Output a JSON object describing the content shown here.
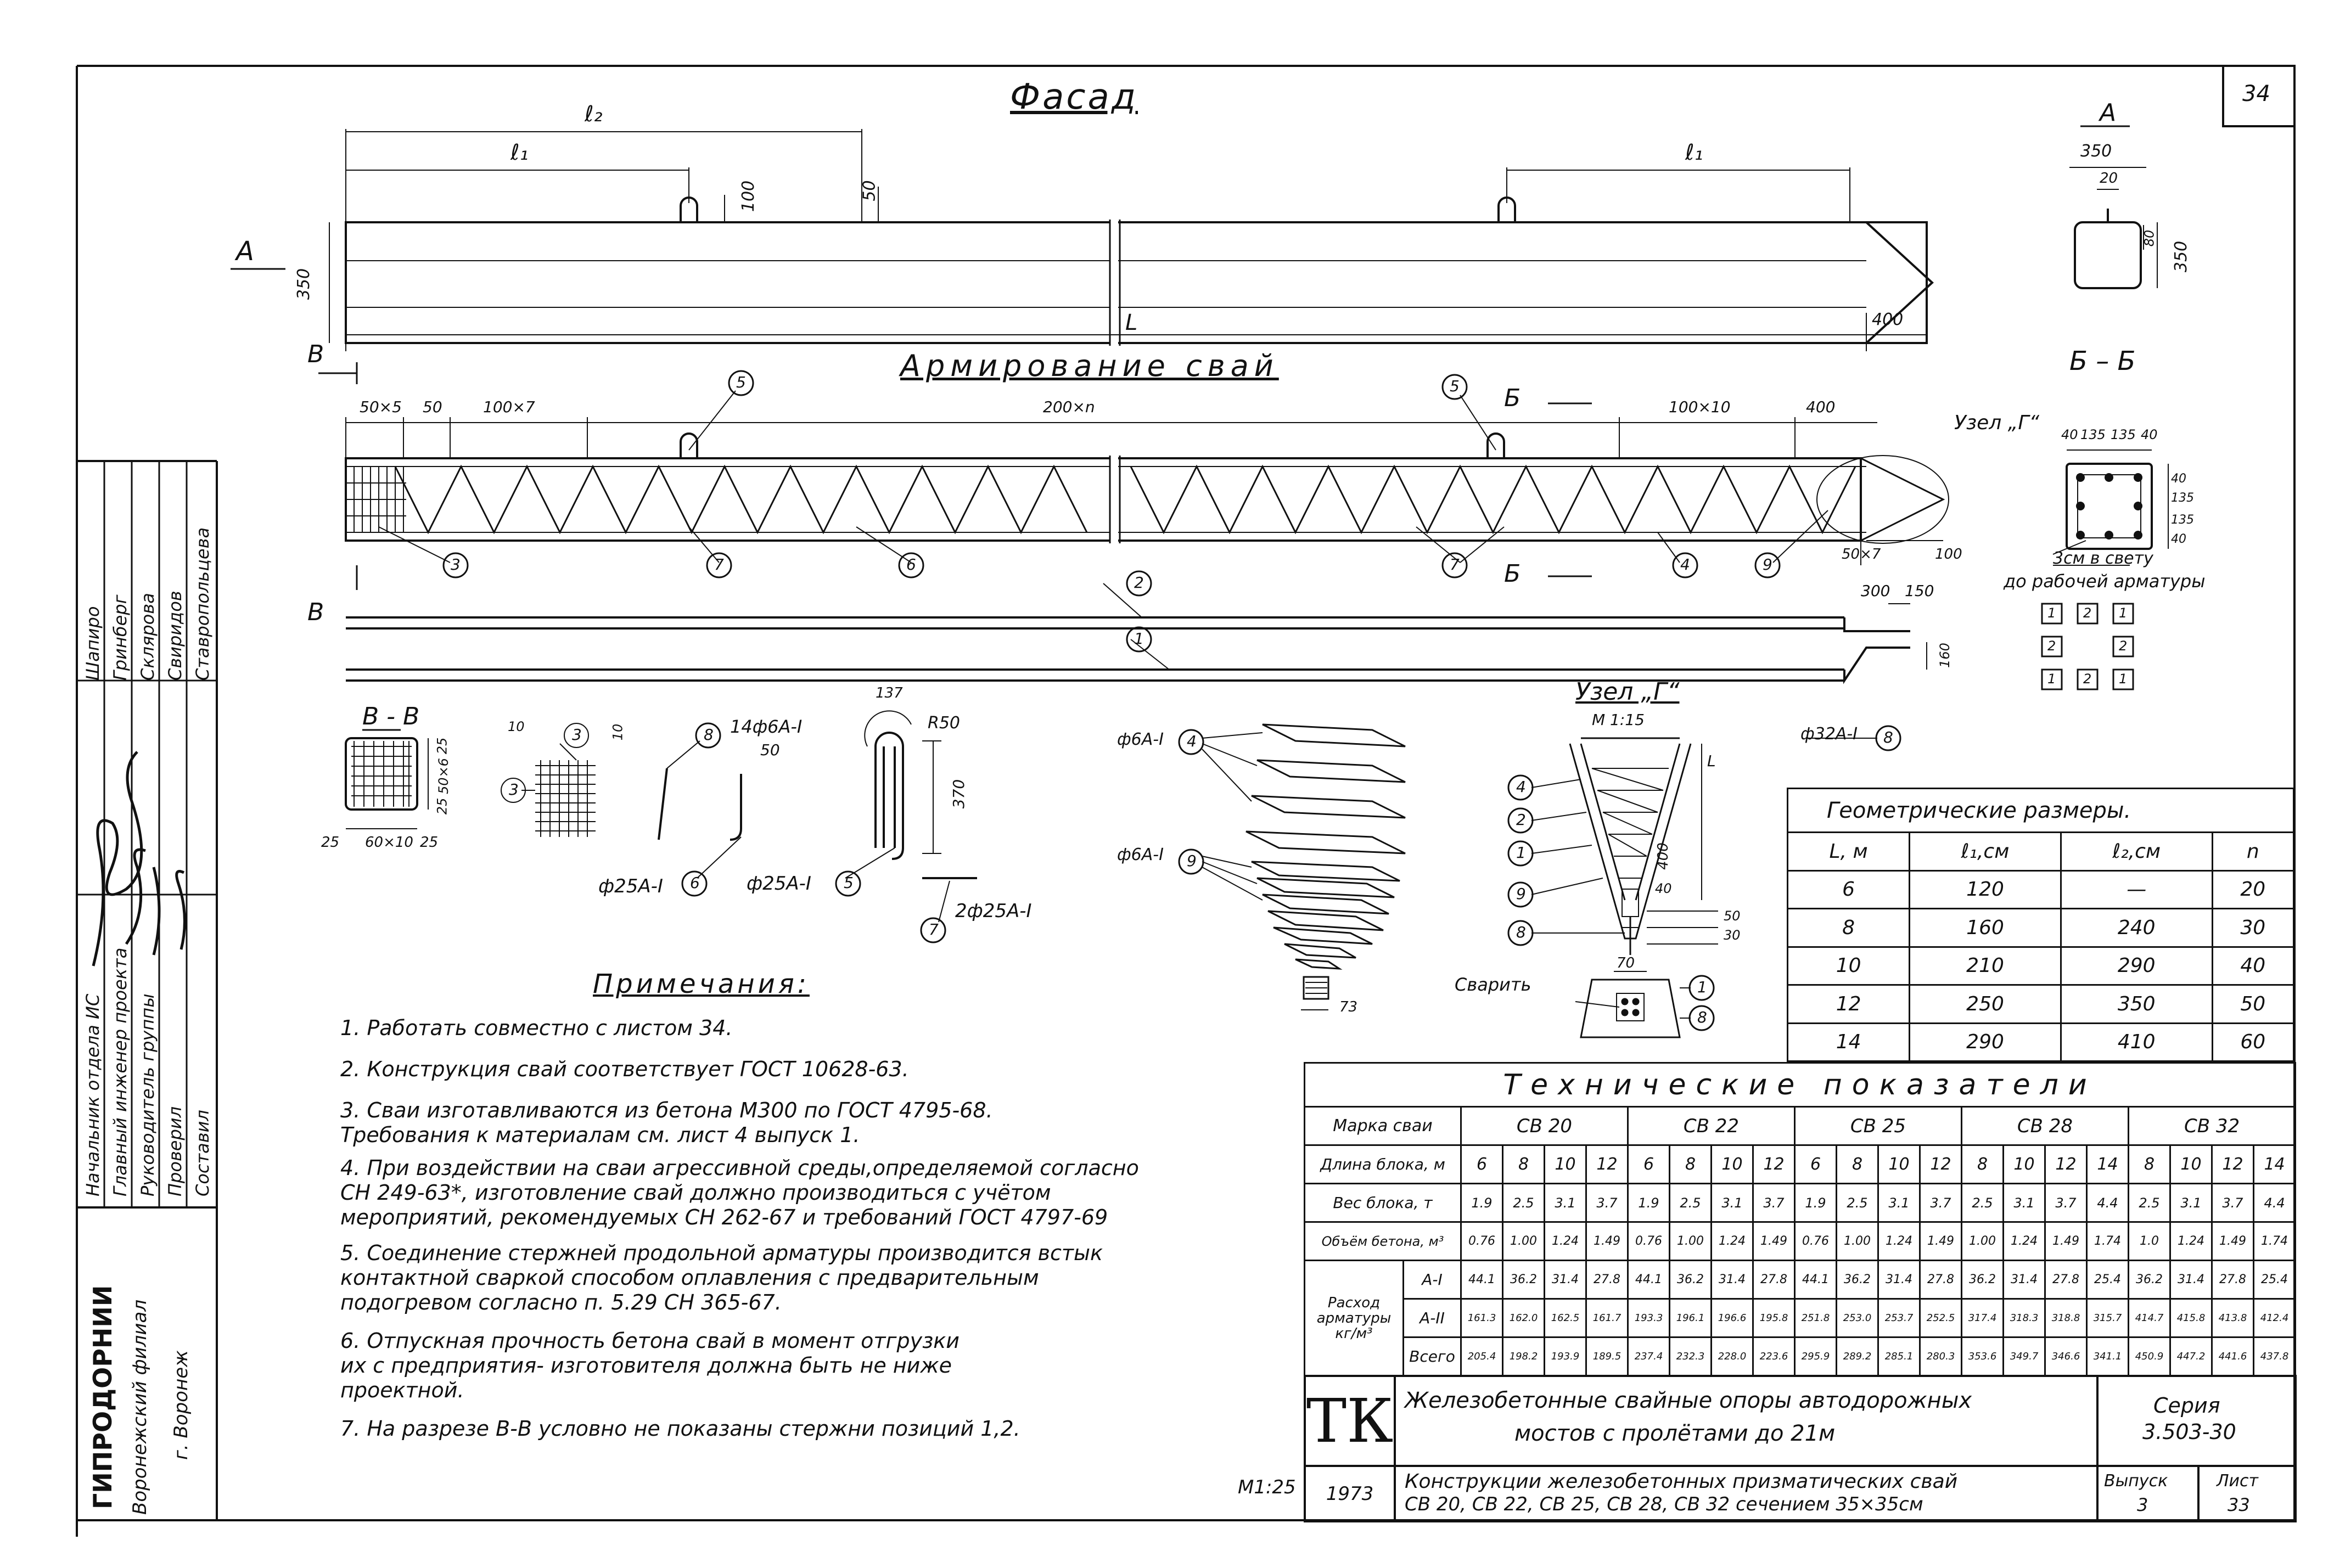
{
  "sheet": {
    "sheet_corner_number": "34",
    "scale_note": "М1:25"
  },
  "facade": {
    "title": "Фасад",
    "section_mark": "А",
    "dims": {
      "l2": "ℓ₂",
      "l1": "ℓ₁",
      "l1_right": "ℓ₁",
      "d100": "100",
      "d50": "50",
      "h350": "350",
      "L": "L",
      "d400": "400"
    }
  },
  "section_a": {
    "title": "А",
    "dims": {
      "w350": "350",
      "d20": "20",
      "d80": "80",
      "h350": "350"
    }
  },
  "reinforcement": {
    "title": "Армирование свай",
    "marks": {
      "b_top": "В",
      "b_bottom": "В",
      "bb_top": "Б",
      "bb_bottom": "Б"
    },
    "dims": {
      "a": "50×5",
      "b": "50",
      "c": "100×7",
      "d": "200×n",
      "e": "100×10",
      "f": "400",
      "g": "50×7",
      "h": "100",
      "i": "300",
      "j": "150",
      "k": "160"
    },
    "callouts": [
      "5",
      "3",
      "7",
      "6",
      "5",
      "7",
      "4",
      "9",
      "2",
      "1",
      "8"
    ],
    "node_label": "Узел „Г“"
  },
  "section_bb": {
    "title": "Б – Б",
    "dims": {
      "a": "40",
      "b": "135",
      "c": "135",
      "d": "40",
      "v1": "40",
      "v2": "135",
      "v3": "135",
      "v4": "40"
    },
    "note_line1": "3см в свету",
    "note_line2": "до рабочей арматуры",
    "pattern": [
      [
        "1",
        "2",
        "1"
      ],
      [
        "2",
        "",
        "2"
      ],
      [
        "1",
        "2",
        "1"
      ]
    ]
  },
  "section_vv": {
    "title": "В - В",
    "dims": {
      "a": "25",
      "b": "50×6",
      "c": "25",
      "d": "25",
      "e": "60×10",
      "f": "25"
    }
  },
  "details": {
    "mesh_dims": {
      "a": "10",
      "b": "10"
    },
    "mesh_callout": "3",
    "bar8_label": "14ф6А-I",
    "bar8_sub": "50",
    "bar6_label": "ф25А-I",
    "bar6_callout": "6",
    "bar5_label": "ф25А-I",
    "bar5_callout": "5",
    "bar5_dims": {
      "a": "137",
      "r": "R50",
      "h": "370"
    },
    "bar7_label": "2ф25А-I",
    "bar7_callout": "7",
    "bar8_callout": "8",
    "bar8b_label": "ф32А-I"
  },
  "spirals": {
    "label4": "ф6А-I",
    "label9": "ф6А-I",
    "dim": "73"
  },
  "node_g": {
    "title": "Узел „Г“",
    "scale": "М 1:15",
    "dims": {
      "L": "L",
      "d400": "400",
      "d40": "40",
      "d30": "30",
      "d50": "50",
      "d70": "70"
    },
    "weld_label": "Сварить",
    "callouts": [
      "4",
      "2",
      "1",
      "9",
      "8",
      "1",
      "8"
    ]
  },
  "notes": {
    "title": "Примечания:",
    "items": [
      "1. Работать совместно с листом 34.",
      "2. Конструкция свай соответствует ГОСТ 10628-63.",
      "3. Сваи изготавливаются из бетона М300 по ГОСТ 4795-68.",
      "   Требования к материалам см. лист 4   выпуск 1.",
      "4. При воздействии на сваи агрессивной среды,определяемой согласно",
      "   СН 249-63*, изготовление свай должно производиться с учётом",
      "   мероприятий, рекомендуемых СН 262-67 и требований ГОСТ 4797-69",
      "5. Соединение стержней продольной арматуры производится встык",
      "   контактной сваркой способом оплавления с предварительным",
      "   подогревом согласно  п. 5.29  СН 365-67.",
      "6. Отпускная прочность бетона свай в момент отгрузки",
      "   их с предприятия- изготовителя должна быть не ниже",
      "   проектной.",
      "7. На разрезе В-В условно не показаны стержни позиций 1,2."
    ]
  },
  "geometry_table": {
    "title": "Геометрические размеры.",
    "headers": [
      "L, м",
      "ℓ₁,см",
      "ℓ₂,см",
      "n"
    ],
    "rows": [
      [
        "6",
        "120",
        "—",
        "20"
      ],
      [
        "8",
        "160",
        "240",
        "30"
      ],
      [
        "10",
        "210",
        "290",
        "40"
      ],
      [
        "12",
        "250",
        "350",
        "50"
      ],
      [
        "14",
        "290",
        "410",
        "60"
      ]
    ]
  },
  "tech_table": {
    "title": "Технические показатели",
    "row_labels": {
      "mark": "Марка сваи",
      "length": "Длина блока, м",
      "weight": "Вес блока, т",
      "volume": "Объём бетона, м³",
      "steel_group": "Расход арматуры кг/м³",
      "a1": "А-I",
      "a2": "А-II",
      "total": "Всего"
    },
    "marks": [
      "СВ 20",
      "СВ 22",
      "СВ 25",
      "СВ 28",
      "СВ 32"
    ],
    "length": [
      "6",
      "8",
      "10",
      "12",
      "6",
      "8",
      "10",
      "12",
      "6",
      "8",
      "10",
      "12",
      "8",
      "10",
      "12",
      "14",
      "8",
      "10",
      "12",
      "14"
    ],
    "weight": [
      "1.9",
      "2.5",
      "3.1",
      "3.7",
      "1.9",
      "2.5",
      "3.1",
      "3.7",
      "1.9",
      "2.5",
      "3.1",
      "3.7",
      "2.5",
      "3.1",
      "3.7",
      "4.4",
      "2.5",
      "3.1",
      "3.7",
      "4.4"
    ],
    "volume": [
      "0.76",
      "1.00",
      "1.24",
      "1.49",
      "0.76",
      "1.00",
      "1.24",
      "1.49",
      "0.76",
      "1.00",
      "1.24",
      "1.49",
      "1.00",
      "1.24",
      "1.49",
      "1.74",
      "1.0",
      "1.24",
      "1.49",
      "1.74"
    ],
    "a1": [
      "44.1",
      "36.2",
      "31.4",
      "27.8",
      "44.1",
      "36.2",
      "31.4",
      "27.8",
      "44.1",
      "36.2",
      "31.4",
      "27.8",
      "36.2",
      "31.4",
      "27.8",
      "25.4",
      "36.2",
      "31.4",
      "27.8",
      "25.4"
    ],
    "a2": [
      "161.3",
      "162.0",
      "162.5",
      "161.7",
      "193.3",
      "196.1",
      "196.6",
      "195.8",
      "251.8",
      "253.0",
      "253.7",
      "252.5",
      "317.4",
      "318.3",
      "318.8",
      "315.7",
      "414.7",
      "415.8",
      "413.8",
      "412.4"
    ],
    "total": [
      "205.4",
      "198.2",
      "193.9",
      "189.5",
      "237.4",
      "232.3",
      "228.0",
      "223.6",
      "295.9",
      "289.2",
      "285.1",
      "280.3",
      "353.6",
      "349.7",
      "346.6",
      "341.1",
      "450.9",
      "447.2",
      "441.6",
      "437.8"
    ]
  },
  "title_block": {
    "logo": "ТК",
    "line1": "Железобетонные свайные опоры автодорожных",
    "line2": "мостов с пролётами до 21м",
    "series_label": "Серия",
    "series_value": "3.503-30",
    "year": "1973",
    "desc1": "Конструкции железобетонных призматических свай",
    "desc2": "СВ 20, СВ 22, СВ 25, СВ 28,  СВ 32  сечением  35×35см",
    "issue_label": "Выпуск",
    "issue_value": "3",
    "sheet_label": "Лист",
    "sheet_value": "33"
  },
  "stamp": {
    "org1": "ГИПРОДОРНИИ",
    "org2": "Воронежский филиал",
    "org3": "г. Воронеж",
    "roles": [
      "Начальник отдела ИС",
      "Главный инженер проекта",
      "Руководитель группы",
      "Проверил",
      "Составил"
    ],
    "names": [
      "Шапиро",
      "Гринберг",
      "Склярова",
      "Свиридов",
      "Ставропольцева"
    ]
  }
}
